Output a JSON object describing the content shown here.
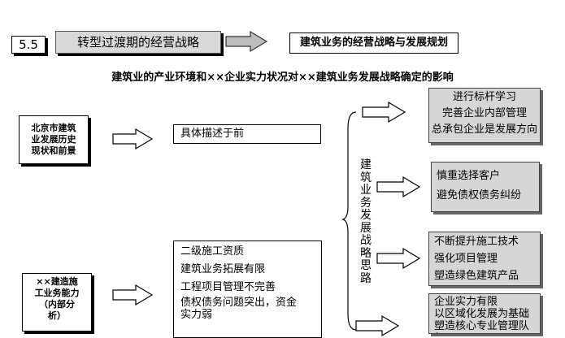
{
  "header": {
    "section_number": "5.5",
    "section_title": "转型过渡期的经营战略",
    "topic_title": "建筑业务的经营战略与发展规划"
  },
  "subtitle": "建筑业的产业环境和××企业实力状况对××建筑业务发展战略确定的影响",
  "left_boxes": [
    {
      "lines": [
        "北京市建筑",
        "业发展历史",
        "现状和前景"
      ]
    },
    {
      "lines": [
        "××建造施",
        "工业务能力",
        "（内部分",
        "析）"
      ]
    }
  ],
  "middle_boxes": [
    {
      "lines": [
        "具体描述于前"
      ]
    },
    {
      "lines": [
        "二级施工资质",
        "建筑业务拓展有限",
        "工程项目管理不完善",
        "债权债务问题突出，资金",
        "实力弱"
      ]
    }
  ],
  "strategy_label": "建筑业务发展战略思路",
  "right_boxes": [
    {
      "lines": [
        "进行标杆学习",
        "完善企业内部管理",
        "总承包企业是发展方向"
      ]
    },
    {
      "lines": [
        "慎重选择客户",
        "避免债权债务纠纷"
      ]
    },
    {
      "lines": [
        "不断提升施工技术",
        "强化项目管理",
        "塑造绿色建筑产品"
      ]
    },
    {
      "lines": [
        "企业实力有限",
        "以区域化发展为基础",
        "塑造核心专业管理队伍"
      ]
    }
  ]
}
